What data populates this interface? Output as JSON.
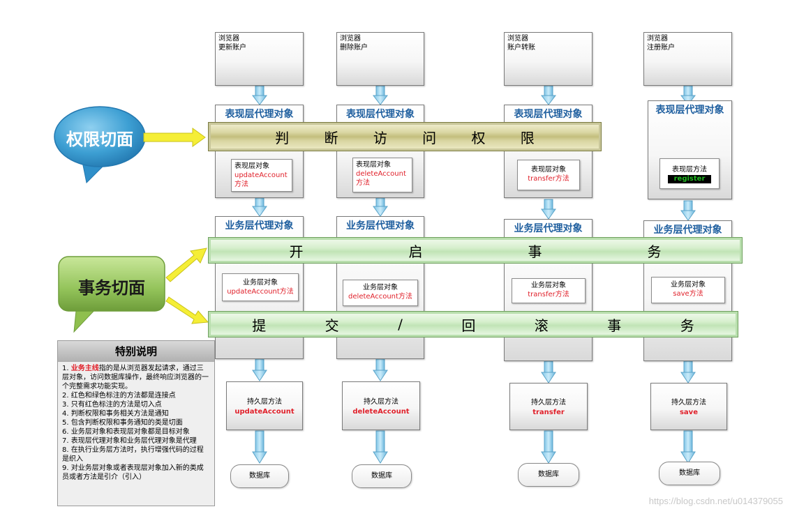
{
  "columns": [
    {
      "browser_line1": "浏览器",
      "browser_line2": "更新账户",
      "presentation_proxy": "表现层代理对象",
      "presentation_obj": "表现层对象",
      "presentation_method": "updateAccount",
      "presentation_suffix": "方法",
      "business_proxy": "业务层代理对象",
      "business_obj": "业务层对象",
      "business_method": "updateAccount方法",
      "persistence_label": "持久层方法",
      "persistence_method": "updateAccount",
      "db": "数据库"
    },
    {
      "browser_line1": "浏览器",
      "browser_line2": "删除账户",
      "presentation_proxy": "表现层代理对象",
      "presentation_obj": "表现层对象",
      "presentation_method": "deleteAccount",
      "presentation_suffix": "方法",
      "business_proxy": "业务层代理对象",
      "business_obj": "业务层对象",
      "business_method": "deleteAccount方法",
      "persistence_label": "持久层方法",
      "persistence_method": "deleteAccount",
      "db": "数据库"
    },
    {
      "browser_line1": "浏览器",
      "browser_line2": "账户转账",
      "presentation_proxy": "表现层代理对象",
      "presentation_obj": "表现层对象",
      "presentation_method": "transfer方法",
      "business_proxy": "业务层代理对象",
      "business_obj": "业务层对象",
      "business_method": "transfer方法",
      "persistence_label": "持久层方法",
      "persistence_method": "transfer",
      "db": "数据库"
    },
    {
      "browser_line1": "浏览器",
      "browser_line2": "注册账户",
      "presentation_proxy": "表现层代理对象",
      "presentation_obj": "表现层方法",
      "presentation_method": "register",
      "business_proxy": "业务层代理对象",
      "business_obj": "业务层对象",
      "business_method": "save方法",
      "persistence_label": "持久层方法",
      "persistence_method": "save",
      "db": "数据库"
    }
  ],
  "banners": {
    "permission": [
      "判",
      "断",
      "访",
      "问",
      "权",
      "限"
    ],
    "begin_tx": [
      "开",
      "启",
      "事",
      "务"
    ],
    "commit_tx": [
      "提",
      "交",
      "/",
      "回",
      "滚",
      "事",
      "务"
    ]
  },
  "callouts": {
    "permission_aspect": "权限切面",
    "transaction_aspect": "事务切面"
  },
  "notes": {
    "title": "特别说明",
    "item1_prefix": "1. ",
    "item1_highlight": "业务主线",
    "item1_rest": "指的是从浏览器发起请求，通过三层对象，访问数据库操作，最终响应浏览器的一个完整需求功能实现。",
    "items": [
      "2. 红色和绿色标注的方法都是连接点",
      "3. 只有红色标注的方法是切入点",
      "4. 判断权限和事务相关方法是通知",
      "5. 包含判断权限和事务通知的类是切面",
      "6. 业务层对象和表现层对象都是目标对象",
      "7. 表现层代理对象和业务层代理对象是代理",
      "8. 在执行业务层方法时，执行增强代码的过程是织入",
      "9. 对业务层对象或者表现层对象加入新的类成员或者方法是引介（引入）"
    ]
  },
  "watermark": "https://blog.csdn.net/u014379055",
  "colors": {
    "pointcut_red": "#e0202a",
    "joinpoint_green": "#22bb22",
    "title_blue": "#1f5f9f",
    "permission_bubble": "#2f8fc9",
    "transaction_bubble": "#8fbf4e",
    "arrow_yellow": "#f2ec2c"
  }
}
